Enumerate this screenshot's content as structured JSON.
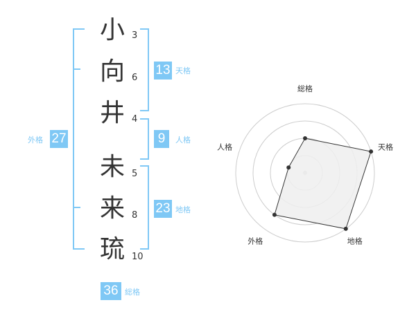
{
  "characters": [
    {
      "char": "小",
      "strokes": "3"
    },
    {
      "char": "向",
      "strokes": "6"
    },
    {
      "char": "井",
      "strokes": "4"
    },
    {
      "char": "未",
      "strokes": "5"
    },
    {
      "char": "来",
      "strokes": "8"
    },
    {
      "char": "琉",
      "strokes": "10"
    }
  ],
  "scores": {
    "tenkaku": {
      "value": "13",
      "label": "天格"
    },
    "jinkaku": {
      "value": "9",
      "label": "人格"
    },
    "chikaku": {
      "value": "23",
      "label": "地格"
    },
    "gaikaku": {
      "value": "27",
      "label": "外格"
    },
    "soukaku": {
      "value": "36",
      "label": "総格"
    }
  },
  "chart_data": {
    "type": "radar",
    "axes": [
      "総格",
      "天格",
      "地格",
      "外格",
      "人格"
    ],
    "values": [
      2,
      4,
      4,
      3,
      1
    ],
    "max": 4,
    "rings": 4,
    "colors": {
      "fill": "#eeeeee",
      "stroke": "#333333",
      "grid": "#cccccc",
      "text": "#333333"
    }
  },
  "colors": {
    "accent": "#7fc8f5",
    "text": "#333333"
  }
}
